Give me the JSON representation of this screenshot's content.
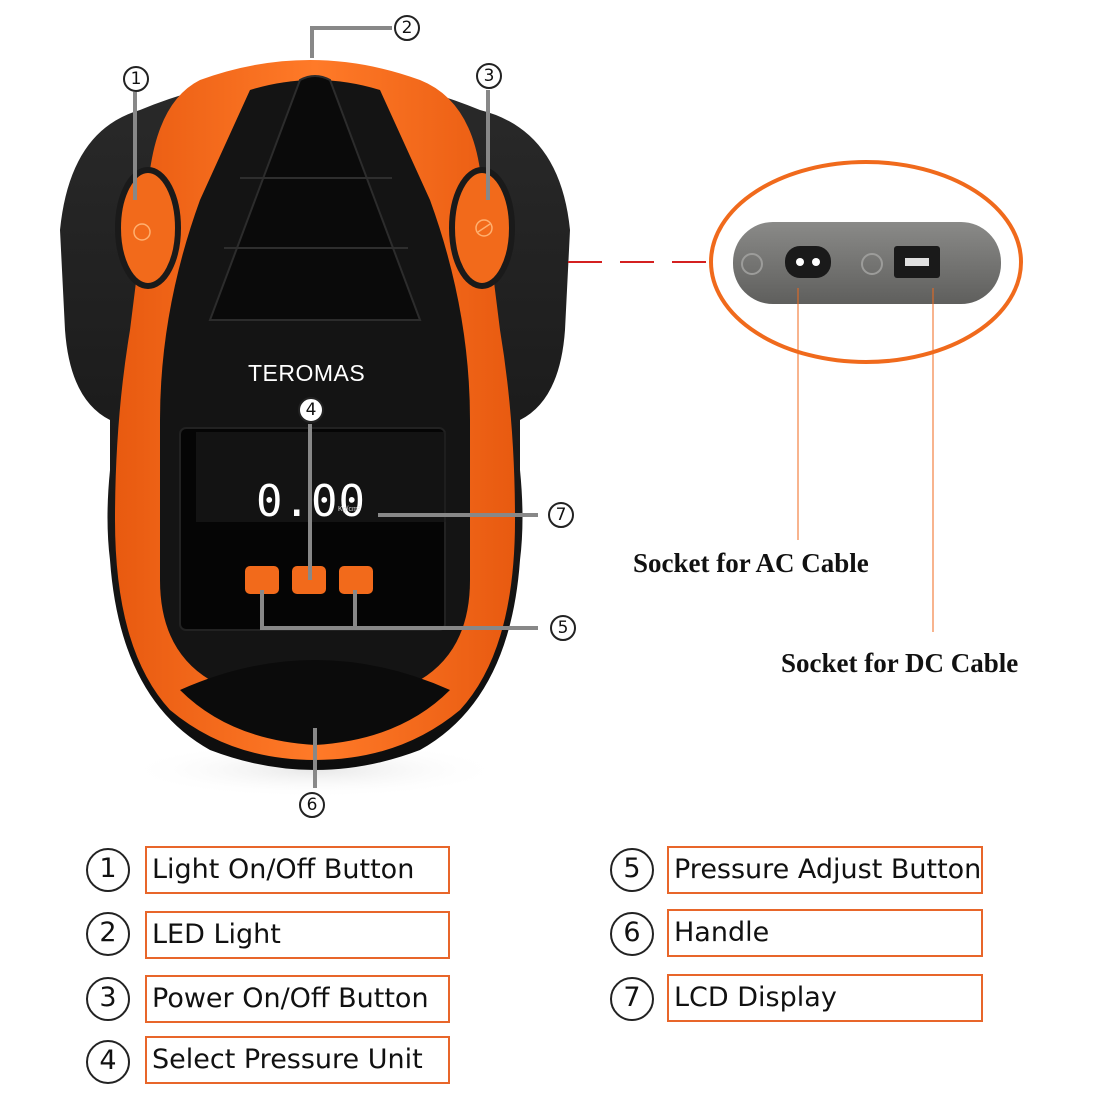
{
  "device": {
    "brand": "TEROMAS",
    "display_reading": "0.00",
    "display_unit": "Kg/cm²"
  },
  "callouts": [
    "1",
    "2",
    "3",
    "4",
    "5",
    "6",
    "7"
  ],
  "sockets": {
    "ac_label": "Socket for AC Cable",
    "dc_label": "Socket for DC Cable"
  },
  "legend": [
    {
      "number": "1",
      "label": "Light On/Off Button"
    },
    {
      "number": "2",
      "label": "LED Light"
    },
    {
      "number": "3",
      "label": "Power On/Off Button"
    },
    {
      "number": "4",
      "label": "Select Pressure Unit"
    },
    {
      "number": "5",
      "label": "Pressure Adjust Button"
    },
    {
      "number": "6",
      "label": "Handle"
    },
    {
      "number": "7",
      "label": "LCD Display"
    }
  ],
  "colors": {
    "device_orange": "#f26a1b",
    "device_black": "#151515",
    "legend_border": "#e8662a",
    "dashed_link": "#d42020"
  }
}
